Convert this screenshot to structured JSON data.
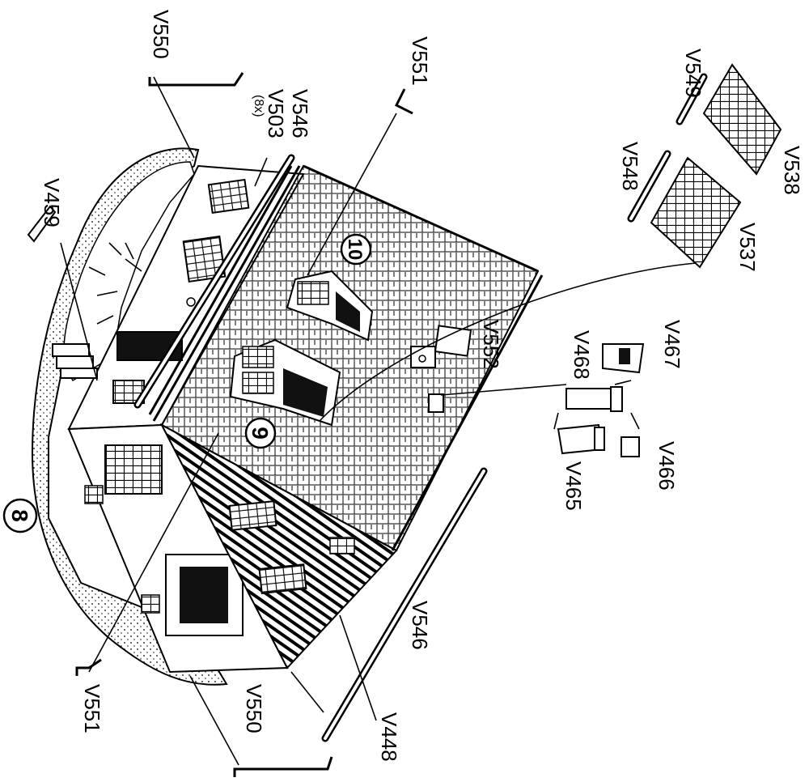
{
  "labels": {
    "v550_top": "V550",
    "v551_top": "V551",
    "v549": "V549",
    "v538": "V538",
    "v548": "V548",
    "v537": "V537",
    "v546_top": "V546",
    "v503": "V503",
    "v503_qty": "(8x)",
    "v459": "V459",
    "v552": "V552",
    "v468": "V468",
    "v467": "V467",
    "v466": "V466",
    "v465": "V465",
    "v546_bottom": "V546",
    "v448": "V448",
    "v550_bottom": "V550",
    "v551_bottom": "V551"
  },
  "steps": {
    "step8": "8",
    "step9": "9",
    "step10": "10"
  }
}
